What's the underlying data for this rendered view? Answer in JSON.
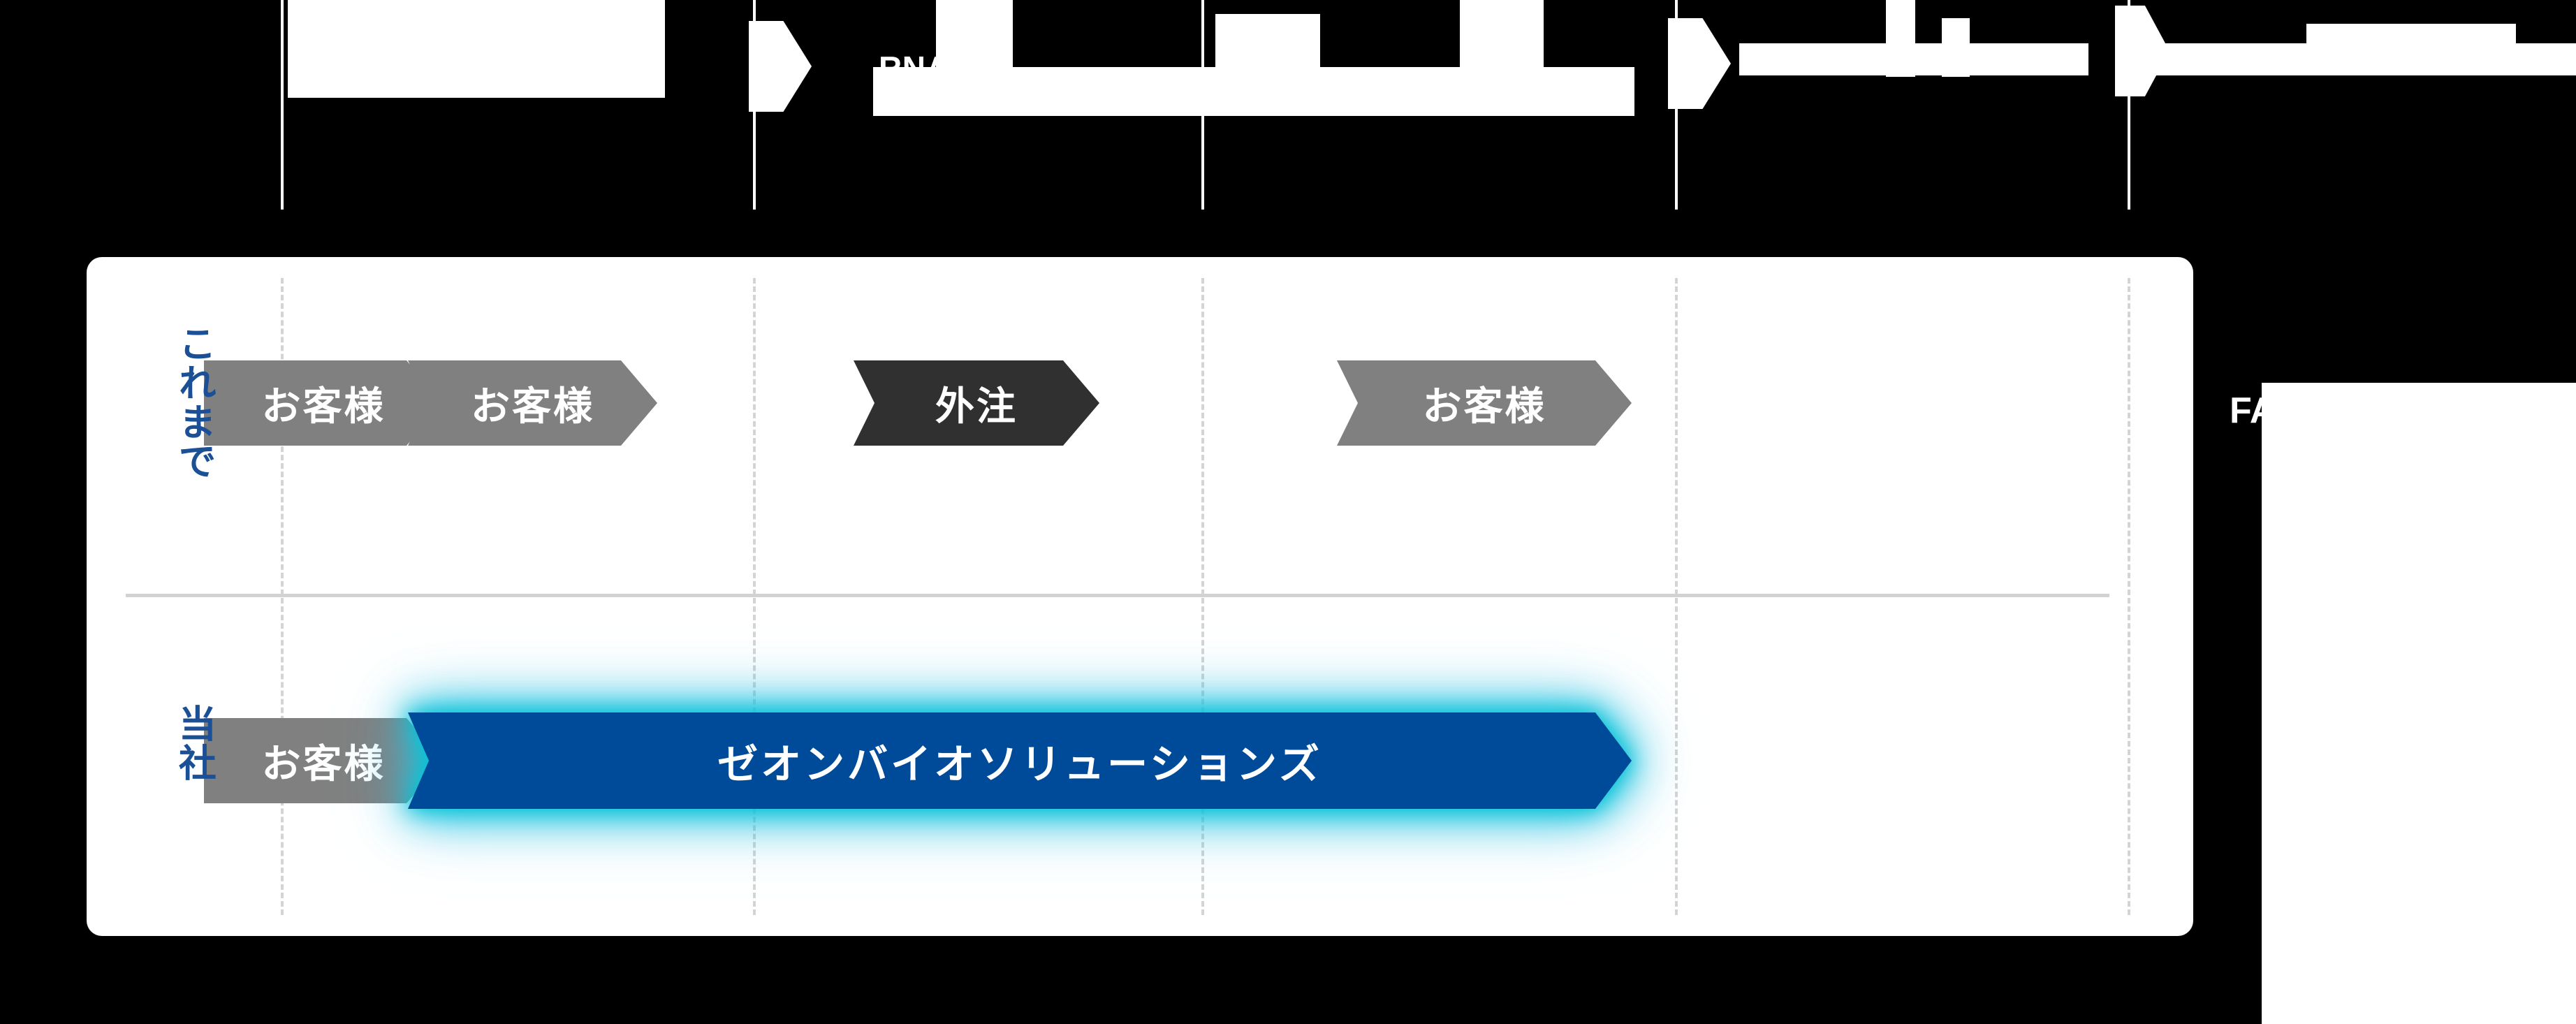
{
  "diagram": {
    "title_fragments": [
      "RNA QC",
      "FASTQ"
    ],
    "top_workflow": {
      "steps": [
        {
          "label": ""
        },
        {
          "label": "RNA QC"
        },
        {
          "label": ""
        },
        {
          "label": ""
        }
      ]
    },
    "panel": {
      "rows": [
        {
          "row_label": "これまで",
          "row_label_color": "#1b4f96",
          "steps": [
            {
              "label": "お客様",
              "owner": "customer",
              "color": "#808080",
              "shape": "chevron"
            },
            {
              "label": "お客様",
              "owner": "customer",
              "color": "#808080",
              "shape": "chevron"
            },
            {
              "label": "外注",
              "owner": "outsourced",
              "color": "#303030",
              "shape": "chevron"
            },
            {
              "label": "お客様",
              "owner": "customer",
              "color": "#808080",
              "shape": "chevron"
            }
          ]
        },
        {
          "row_label": "当社",
          "row_label_color": "#1b4f96",
          "steps": [
            {
              "label": "お客様",
              "owner": "customer",
              "color": "#808080",
              "shape": "chevron"
            },
            {
              "label": "ゼオンバイオソリューションズ",
              "owner": "zeon-bio-solutions",
              "color": "#004b99",
              "shape": "chevron",
              "highlight": true,
              "glow_color": "#00c2d6"
            }
          ]
        }
      ]
    },
    "right_fragment": {
      "label": "FA"
    },
    "colors": {
      "background": "#000000",
      "panel": "#ffffff",
      "gray_step": "#808080",
      "dark_step": "#303030",
      "blue_step": "#004b99",
      "glow": "#00c2d6",
      "label_blue": "#1b4f96",
      "divider": "#d2d2d2",
      "dash": "#d4d4d4"
    }
  }
}
